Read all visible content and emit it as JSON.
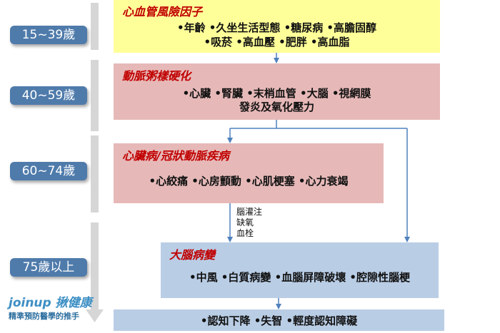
{
  "ages": [
    "15~39歲",
    "40~59歲",
    "60~74歲",
    "75歲以上"
  ],
  "boxes": {
    "risk": {
      "title": "心血管風險因子",
      "lines": [
        "•年齡 •久坐生活型態 •糖尿病 •高膽固醇",
        "•吸菸 •高血壓 •肥胖 •高血脂"
      ]
    },
    "athero": {
      "title": "動脈粥樣硬化",
      "lines": [
        "•心臟 •腎臟 •末梢血管 •大腦 •視網膜",
        "發炎及氧化壓力"
      ]
    },
    "heart": {
      "title": "心臟病/冠狀動脈疾病",
      "lines": [
        "•心絞痛 •心房顫動 •心肌梗塞 •心力衰竭"
      ]
    },
    "brain": {
      "title": "大腦病變",
      "lines": [
        "•中風 •白質病變 •血腦屏障破壞 •腔隙性腦梗"
      ]
    },
    "cognition": {
      "lines": [
        "•認知下降 •失智 •輕度認知障礙"
      ]
    }
  },
  "side_note": [
    "腦灌注",
    "缺氧",
    "血栓"
  ],
  "logo": {
    "brand": "joinup 揪健康",
    "tagline": "精準預防醫學的推手"
  },
  "colors": {
    "age_badge": "#4f7bab",
    "yellow_box": "#ffff99",
    "pink_box": "#e6b9b8",
    "blue_box": "#b9cde5",
    "title_red": "#c00000",
    "arrow": "#4f81bd"
  }
}
